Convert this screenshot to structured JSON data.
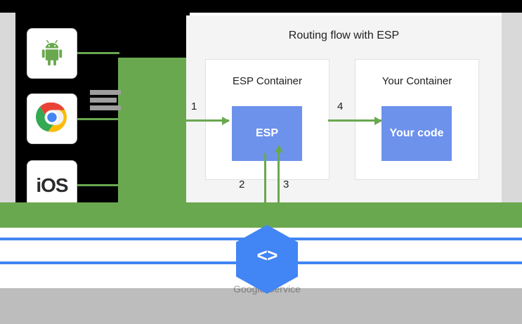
{
  "page": {
    "bottom_caption": "Google Service"
  },
  "devices": [
    {
      "name": "android",
      "icon": "android-icon",
      "label": ""
    },
    {
      "name": "chrome",
      "icon": "chrome-icon",
      "label": ""
    },
    {
      "name": "ios",
      "icon": "ios-text-icon",
      "label": "iOS"
    }
  ],
  "diagram": {
    "title": "Routing flow with ESP",
    "containers": [
      {
        "id": "esp-container",
        "label": "ESP Container",
        "box_text": "ESP",
        "box_color": "#6d92ec"
      },
      {
        "id": "your-container",
        "label": "Your Container",
        "box_text": "Your code",
        "box_color": "#6d92ec"
      }
    ],
    "arrows": [
      {
        "id": "arrow-1",
        "number": "1",
        "direction": "right"
      },
      {
        "id": "arrow-2",
        "number": "2",
        "direction": "down"
      },
      {
        "id": "arrow-3",
        "number": "3",
        "direction": "up"
      },
      {
        "id": "arrow-4",
        "number": "4",
        "direction": "right"
      }
    ],
    "accent_green": "#6aa84f",
    "accent_blue": "#4285f4"
  },
  "logo": {
    "name": "endpoints-hexagon-logo",
    "glyph": "<>",
    "color": "#4285f4"
  }
}
